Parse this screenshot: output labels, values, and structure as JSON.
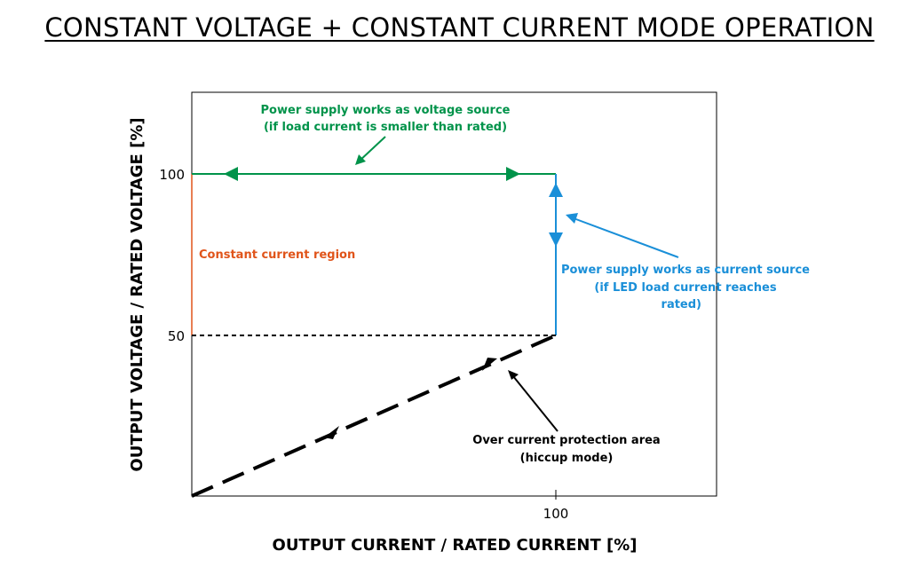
{
  "title": "CONSTANT VOLTAGE + CONSTANT CURRENT MODE OPERATION",
  "axes": {
    "ylabel": "OUTPUT VOLTAGE / RATED VOLTAGE [%]",
    "xlabel": "OUTPUT CURRENT / RATED CURRENT [%]",
    "y_ticks": [
      "100",
      "50"
    ],
    "x_ticks": [
      "100"
    ]
  },
  "annotations": {
    "voltage_source_line1": "Power supply works as voltage source",
    "voltage_source_line2": "(if load current is smaller than rated)",
    "constant_current": "Constant current region",
    "current_source_line1": "Power supply works as current source",
    "current_source_line2": "(if LED load current reaches",
    "current_source_line3": "rated)",
    "ocp_line1": "Over current protection area",
    "ocp_line2": "(hiccup mode)"
  },
  "colors": {
    "voltage_source": "#00934a",
    "current_source": "#1a8fd8",
    "constant_current": "#e0541a",
    "protection": "#000000"
  }
}
